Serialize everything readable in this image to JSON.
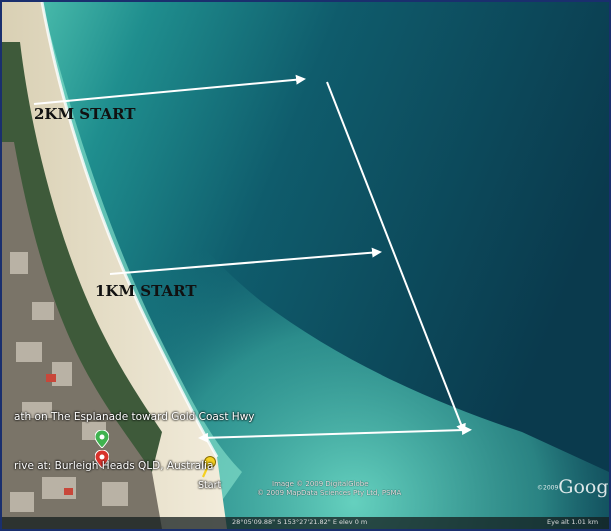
{
  "labels": {
    "two_km": "2KM START",
    "one_km": "1KM START",
    "start": "Start"
  },
  "directions": {
    "line_1": "ath on The Esplanade toward Gold Coast Hwy",
    "line_2": "rive at: Burleigh Heads QLD, Australia"
  },
  "credits": {
    "line_1": "Image © 2009 DigitalGlobe",
    "line_2": "© 2009 MapData Sciences Pty Ltd, PSMA"
  },
  "brand": {
    "logo": "Googl",
    "logo_prefix": "©2009"
  },
  "status_bar": {
    "coordinates": "28°05'09.88\" S  153°27'21.82\" E  elev  0 m",
    "eye_alt": "Eye alt    1.01 km"
  },
  "colors": {
    "deep_water": "#0b3f52",
    "shallow_water": "#3ec4b0",
    "sand": "#e8e0c8",
    "course_line": "#ffffff",
    "label_text": "#111111",
    "frame": "#1a2f6e",
    "pin_start": "#f5d020",
    "pin_green": "#3fb34f",
    "pin_red": "#d8322c"
  },
  "icons": {
    "start_pin": "pushpin-icon",
    "waypoint_a": "green-marker-icon",
    "waypoint_b": "red-marker-icon"
  }
}
